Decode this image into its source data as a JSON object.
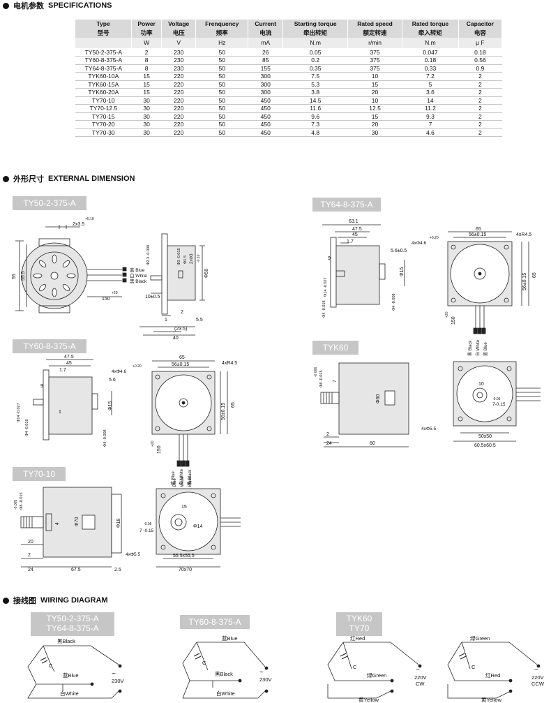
{
  "sections": {
    "specs": {
      "cn": "电机参数",
      "en": "SPECIFICATIONS"
    },
    "dims": {
      "cn": "外形尺寸",
      "en": "EXTERNAL DIMENSION"
    },
    "wiring": {
      "cn": "接线图",
      "en": "WIRING DIAGRAM"
    }
  },
  "table": {
    "headers": [
      {
        "en": "Type",
        "cn": "型号",
        "unit": ""
      },
      {
        "en": "Power",
        "cn": "功率",
        "unit": "W"
      },
      {
        "en": "Voltage",
        "cn": "电压",
        "unit": "V"
      },
      {
        "en": "Frenquency",
        "cn": "频率",
        "unit": "Hz"
      },
      {
        "en": "Current",
        "cn": "电流",
        "unit": "mA"
      },
      {
        "en": "Starting torque",
        "cn": "牵出转矩",
        "unit": "N.m"
      },
      {
        "en": "Rated speed",
        "cn": "额定转速",
        "unit": "r/min"
      },
      {
        "en": "Rated torque",
        "cn": "牵入转矩",
        "unit": "N.m"
      },
      {
        "en": "Capacitor",
        "cn": "电容",
        "unit": "μ F"
      }
    ],
    "rows": [
      [
        "TY50-2-375-A",
        "2",
        "230",
        "50",
        "26",
        "0.05",
        "375",
        "0.047",
        "0.18"
      ],
      [
        "TY60-8-375-A",
        "8",
        "230",
        "50",
        "85",
        "0.2",
        "375",
        "0.18",
        "0.56"
      ],
      [
        "TY64-8-375-A",
        "8",
        "230",
        "50",
        "155",
        "0.35",
        "375",
        "0.33",
        "0.9"
      ],
      [
        "TYK60-10A",
        "15",
        "220",
        "50",
        "300",
        "7.5",
        "10",
        "7.2",
        "2"
      ],
      [
        "TYK60-15A",
        "15",
        "220",
        "50",
        "300",
        "5.3",
        "15",
        "5",
        "2"
      ],
      [
        "TYK60-20A",
        "15",
        "220",
        "50",
        "300",
        "3.8",
        "20",
        "3.6",
        "2"
      ],
      [
        "TY70-10",
        "30",
        "220",
        "50",
        "450",
        "14.5",
        "10",
        "14",
        "2"
      ],
      [
        "TY70-12.5",
        "30",
        "220",
        "50",
        "450",
        "11.6",
        "12.5",
        "11.2",
        "2"
      ],
      [
        "TY70-15",
        "30",
        "220",
        "50",
        "450",
        "9.6",
        "15",
        "9.3",
        "2"
      ],
      [
        "TY70-20",
        "30",
        "220",
        "50",
        "450",
        "7.3",
        "20",
        "7",
        "2"
      ],
      [
        "TY70-30",
        "30",
        "220",
        "50",
        "450",
        "4.8",
        "30",
        "4.6",
        "2"
      ]
    ]
  },
  "dim_tags": {
    "ty50": "TY50-2-375-A",
    "ty64": "TY64-8-375-A",
    "ty60": "TY60-8-375-A",
    "tyk60": "TYK60",
    "ty70": "TY70-10"
  },
  "ty50": {
    "d_top": "2x3.5",
    "d_top_tol": "+0.10",
    "h1": "55",
    "h2": "55.5",
    "wires": [
      "蓝 Blue",
      "白 White",
      "黑 Black"
    ],
    "len": "150",
    "len_tol": "+20",
    "s1": "Φ2.3 -0.008",
    "s2": "Φ3 -0.015",
    "s3": "Φ1.5",
    "s4": "2xΦ3",
    "dia": "Φ50",
    "dia_tol": "-0.10",
    "b1": "10±0.5",
    "b2": "2",
    "b3": "1",
    "b4": "5.5",
    "b5": "(23.5)",
    "b6": "40"
  },
  "ty64": {
    "w1": "63.1",
    "w2": "47.5",
    "w3": "45",
    "w4": "1.7",
    "s1": "Φ14 -0.027",
    "s2": "Φ4 -0.018",
    "s3": "Φ4 -0.008",
    "s4": "9",
    "b1": "5.6±0.5",
    "b2": "Φ15",
    "holes": "4xΦ4.6",
    "holes_tol": "+0.20",
    "w5": "65",
    "w6": "56±0.15",
    "r": "4xR4.5",
    "h1": "56±0.15",
    "h2": "65",
    "len": "150",
    "len_tol": "+20",
    "wires": [
      "黑 Black",
      "白 White",
      "蓝 Blue"
    ]
  },
  "ty60": {
    "w1": "47.5",
    "w2": "45",
    "w3": "1.7",
    "n9": "9",
    "s1": "Φ14 -0.027",
    "s2": "Φ4 -0.016",
    "b1": "5.6",
    "b2": "Φ15",
    "b3": "1",
    "b4": "Φ4 -0.008",
    "holes": "4xΦ4.6",
    "holes_tol": "+0.20",
    "w4": "65",
    "w5": "56±0.15",
    "r": "4xR4.5",
    "h1": "56±0.15",
    "h2": "65",
    "len": "150",
    "len_tol": "+20",
    "wires": [
      "蓝 Blue",
      "白 White",
      "黑 Black"
    ]
  },
  "tyk60": {
    "s1": "Φ8 -0.015",
    "s1b": "-0.006",
    "n7": "7",
    "dia": "Φ60",
    "n2": "2",
    "n24": "24",
    "n60": "60",
    "n10": "10",
    "tol": "-0.05",
    "n7b": "7-0.15",
    "holes": "4xΦ5.5",
    "w1": "50x50",
    "w2": "60.5x60.5"
  },
  "ty70": {
    "s1": "Φ8 -0.015",
    "s1b": "-0.005",
    "n4": "4",
    "dia": "Φ70",
    "n18": "Φ18",
    "n20": "20",
    "n2": "2",
    "n24": "24",
    "n675": "67.5",
    "n25": "2.5",
    "n15": "15",
    "n14": "Φ14",
    "tol": "-0.05",
    "n7": "7 -0.15",
    "holes": "4xΦ5.5",
    "w1": "55.5x55.5",
    "w2": "70x70",
    "wires": [
      "蓝 Blue",
      "白 White",
      "黑 Black"
    ]
  },
  "wiring": {
    "tag1a": "TY50-2-375-A",
    "tag1b": "TY64-8-375-A",
    "tag2": "TY60-8-375-A",
    "tag3a": "TYK60",
    "tag3b": "TY70",
    "w1": {
      "black": "黑Black",
      "blue": "蓝Blue",
      "white": "白White",
      "c": "C",
      "v": "230V",
      "ac": "~"
    },
    "w2": {
      "blue": "蓝Blue",
      "black": "黑Black",
      "white": "白White",
      "c": "C",
      "v": "230V",
      "ac": "~"
    },
    "w3": {
      "red": "红Red",
      "green": "绿Green",
      "yellow": "黄Yellow",
      "c": "C",
      "v": "220V",
      "dir": "CW",
      "ac": "~"
    },
    "w4": {
      "green": "绿Green",
      "red": "红Red",
      "yellow": "黄Yellow",
      "c": "C",
      "v": "220V",
      "dir": "CCW",
      "ac": "~"
    }
  }
}
